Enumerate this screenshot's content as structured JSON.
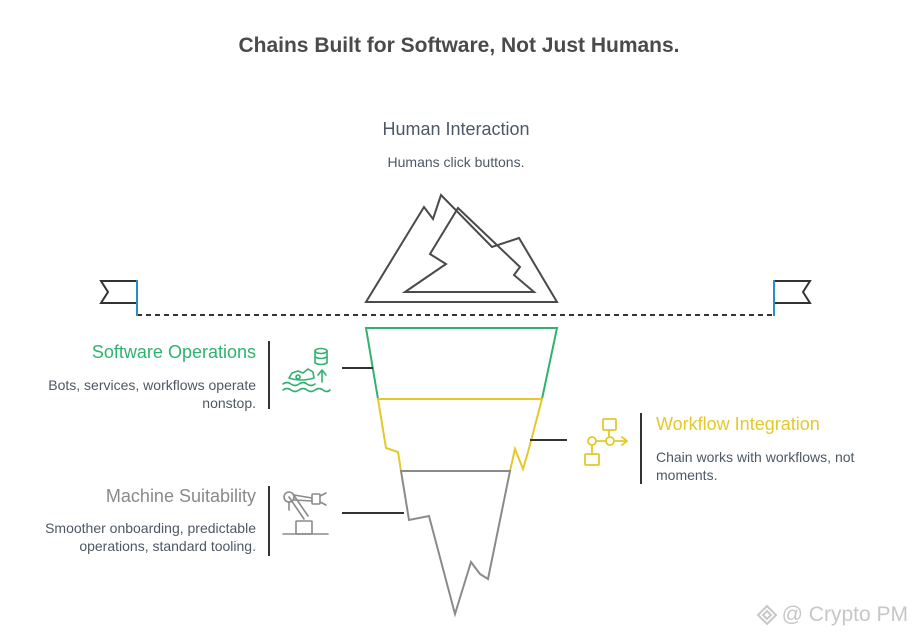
{
  "title": "Chains Built for Software, Not Just Humans.",
  "tip": {
    "heading": "Human Interaction",
    "description": "Humans click buttons."
  },
  "sections": {
    "software": {
      "heading": "Software Operations",
      "description": "Bots, services, workflows operate nonstop.",
      "icon": "database-gears-icon",
      "color": "#2fb26e"
    },
    "workflow": {
      "heading": "Workflow Integration",
      "description": "Chain works with workflows, not moments.",
      "icon": "flowchart-icon",
      "color": "#e3c92a"
    },
    "machine": {
      "heading": "Machine Suitability",
      "description": "Smoother onboarding, predictable operations, standard tooling.",
      "icon": "robot-arm-icon",
      "color": "#8a8a8a"
    }
  },
  "watermark": "@ Crypto PM",
  "colors": {
    "outline": "#4a4a4a",
    "flag_pole": "#2a8fc6"
  }
}
